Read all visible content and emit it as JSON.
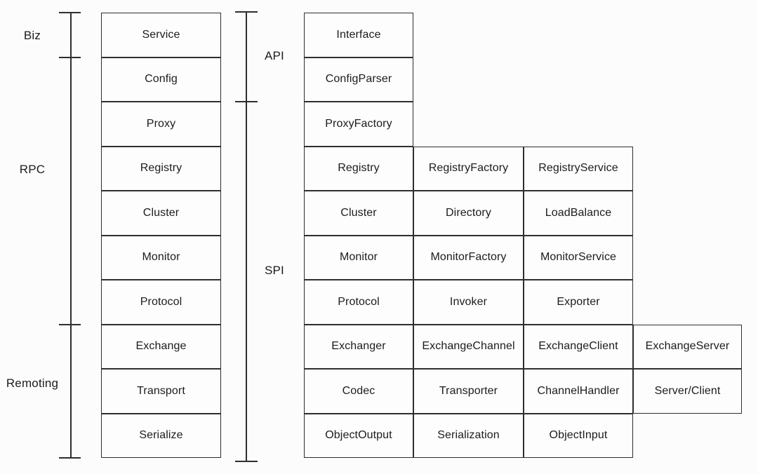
{
  "figure": {
    "background": "#fcfcfc",
    "line_color": "#2e2e2e",
    "text_color": "#1c1c1c"
  },
  "brackets": {
    "left": {
      "labels": [
        {
          "label": "Biz"
        },
        {
          "label": "RPC"
        },
        {
          "label": "Remoting"
        }
      ]
    },
    "right": {
      "labels": [
        {
          "label": "API"
        },
        {
          "label": "SPI"
        }
      ]
    }
  },
  "layer_stack": {
    "items": [
      "Service",
      "Config",
      "Proxy",
      "Registry",
      "Cluster",
      "Monitor",
      "Protocol",
      "Exchange",
      "Transport",
      "Serialize"
    ]
  },
  "interface_grid": {
    "rows": [
      {
        "cells": [
          "Interface"
        ]
      },
      {
        "cells": [
          "ConfigParser"
        ]
      },
      {
        "cells": [
          "ProxyFactory"
        ]
      },
      {
        "cells": [
          "Registry",
          "RegistryFactory",
          "RegistryService"
        ]
      },
      {
        "cells": [
          "Cluster",
          "Directory",
          "LoadBalance"
        ]
      },
      {
        "cells": [
          "Monitor",
          "MonitorFactory",
          "MonitorService"
        ]
      },
      {
        "cells": [
          "Protocol",
          "Invoker",
          "Exporter"
        ]
      },
      {
        "cells": [
          "Exchanger",
          "ExchangeChannel",
          "ExchangeClient",
          "ExchangeServer"
        ]
      },
      {
        "cells": [
          "Codec",
          "Transporter",
          "ChannelHandler",
          "Server/Client"
        ]
      },
      {
        "cells": [
          "ObjectOutput",
          "Serialization",
          "ObjectInput"
        ]
      }
    ]
  }
}
